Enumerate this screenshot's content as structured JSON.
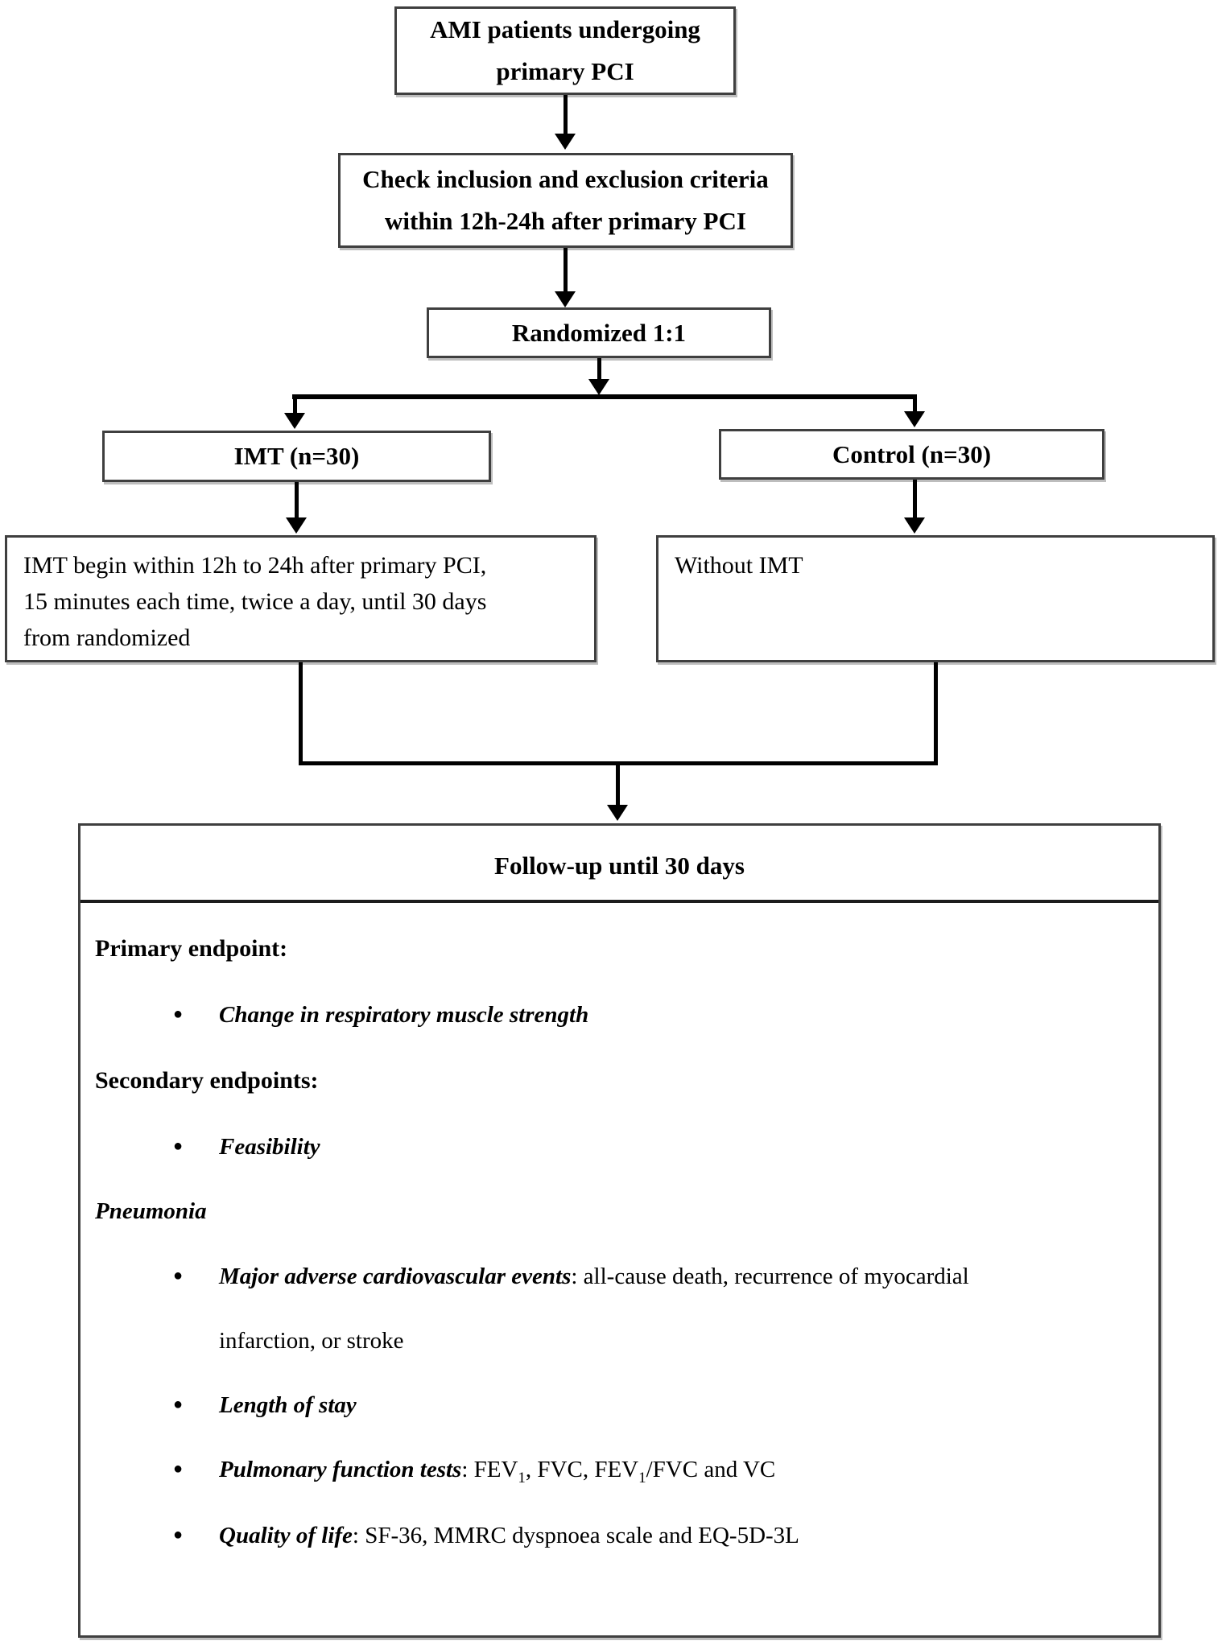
{
  "diagram": {
    "nodes": {
      "ami": {
        "line1": "AMI patients undergoing",
        "line2": "primary PCI"
      },
      "criteria": {
        "line1": "Check inclusion and exclusion criteria",
        "line2": "within 12h-24h after primary PCI"
      },
      "randomized": {
        "label": "Randomized 1:1"
      },
      "imt": {
        "label": "IMT (n=30)"
      },
      "control": {
        "label": "Control (n=30)"
      },
      "imt_detail": {
        "line1": "IMT begin within 12h to 24h after primary PCI,",
        "line2": "15 minutes each time, twice a day, until 30 days",
        "line3": "from randomized"
      },
      "control_detail": {
        "label": "Without IMT"
      }
    },
    "followup": {
      "title": "Follow-up until 30 days",
      "bullet_icon": "●",
      "primary_heading": "Primary endpoint:",
      "primary_item": "Change in respiratory muscle strength",
      "secondary_heading": "Secondary endpoints:",
      "item_feasibility": "Feasibility",
      "item_pneumonia": "Pneumonia",
      "mace": {
        "label": "Major adverse cardiovascular events",
        "rest": ": all-cause death, recurrence of myocardial",
        "continuation": "infarction, or stroke"
      },
      "item_length_of_stay": "Length of stay",
      "pft": {
        "label": "Pulmonary function tests",
        "part1": ": FEV",
        "sub1": "1",
        "part2": ", FVC, FEV",
        "sub2": "1",
        "part3": "/FVC and VC"
      },
      "qol": {
        "label": "Quality of life",
        "rest": ": SF-36, MMRC dyspnoea scale and EQ-5D-3L"
      }
    },
    "colors": {
      "line": "#000000",
      "border": "#3f3f3f",
      "background": "#ffffff",
      "text": "#000000"
    }
  }
}
